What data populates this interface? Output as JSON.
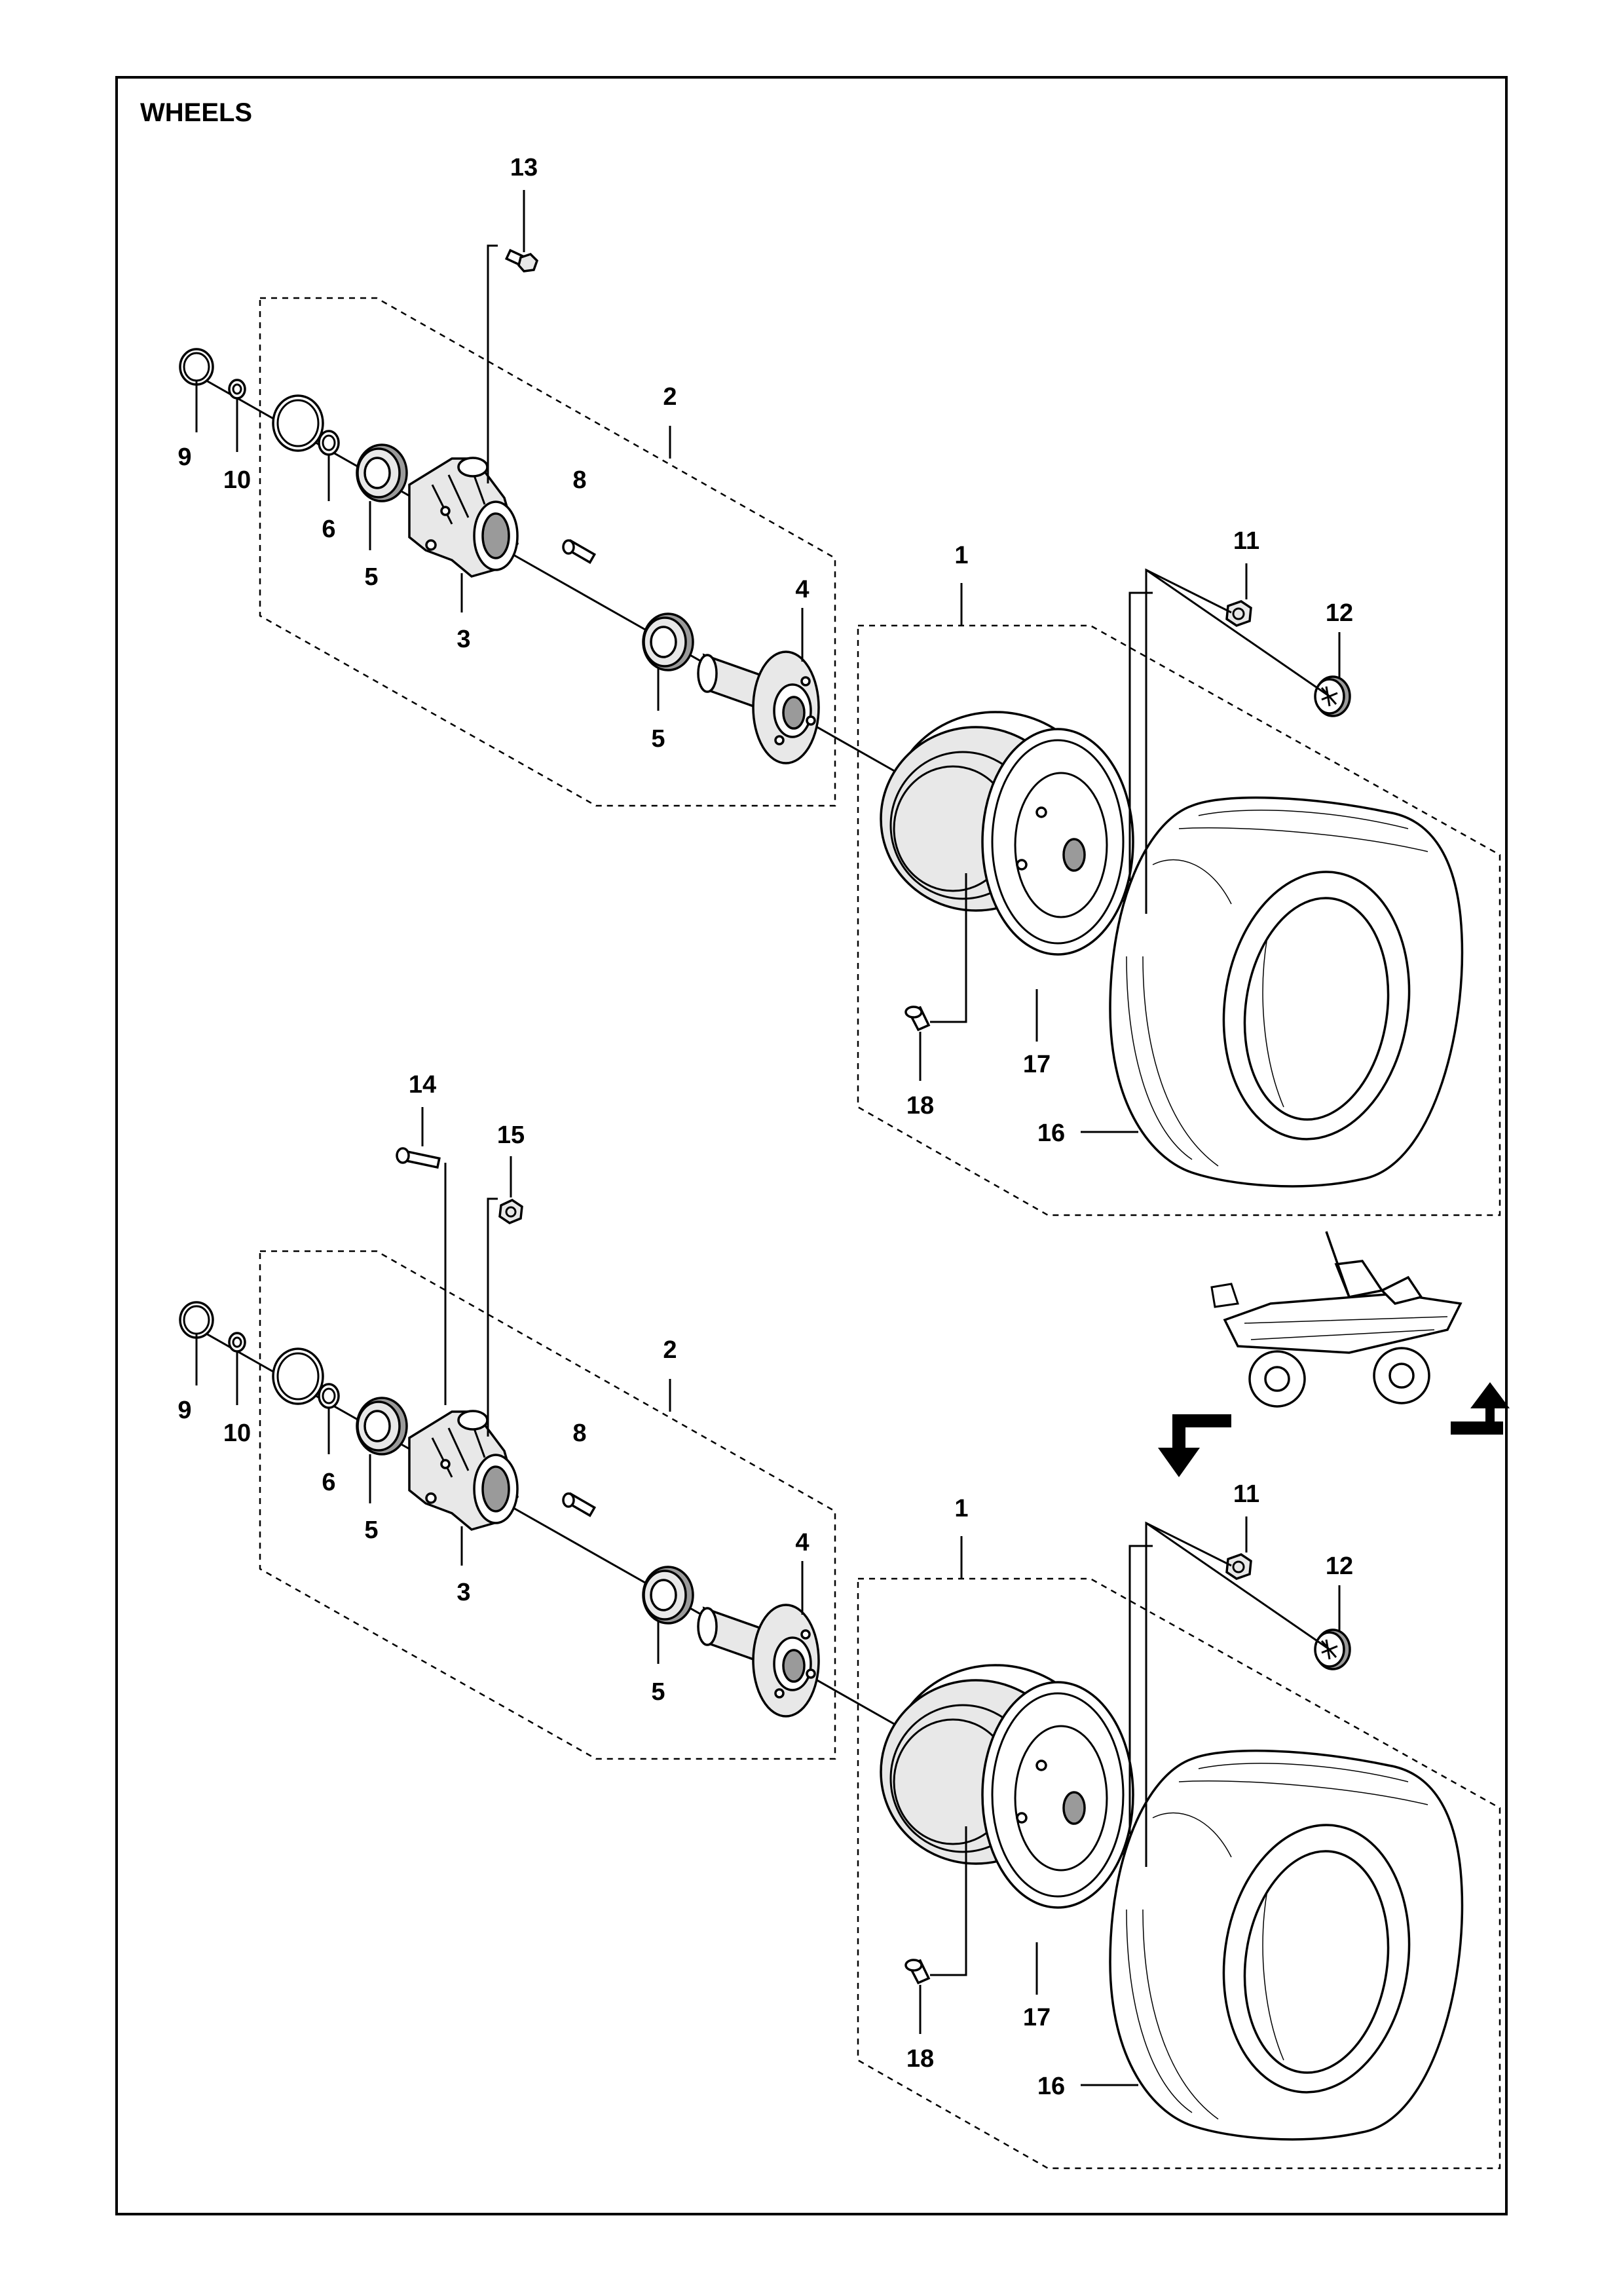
{
  "title": "WHEELS",
  "callouts": {
    "top": {
      "c13": "13",
      "c2": "2",
      "c9": "9",
      "c10": "10",
      "c6": "6",
      "c5a": "5",
      "c8": "8",
      "c3": "3",
      "c4": "4",
      "c5b": "5",
      "c1": "1",
      "c11": "11",
      "c12": "12",
      "c17": "17",
      "c18": "18",
      "c16": "16"
    },
    "bottom": {
      "c14": "14",
      "c15": "15",
      "c2": "2",
      "c9": "9",
      "c10": "10",
      "c6": "6",
      "c5a": "5",
      "c8": "8",
      "c3": "3",
      "c4": "4",
      "c5b": "5",
      "c1": "1",
      "c11": "11",
      "c12": "12",
      "c17": "17",
      "c18": "18",
      "c16": "16"
    }
  },
  "icons": {
    "mower": "riding-mower-icon",
    "arrow_down": "arrow-down-left-icon",
    "arrow_up": "arrow-up-right-icon"
  }
}
